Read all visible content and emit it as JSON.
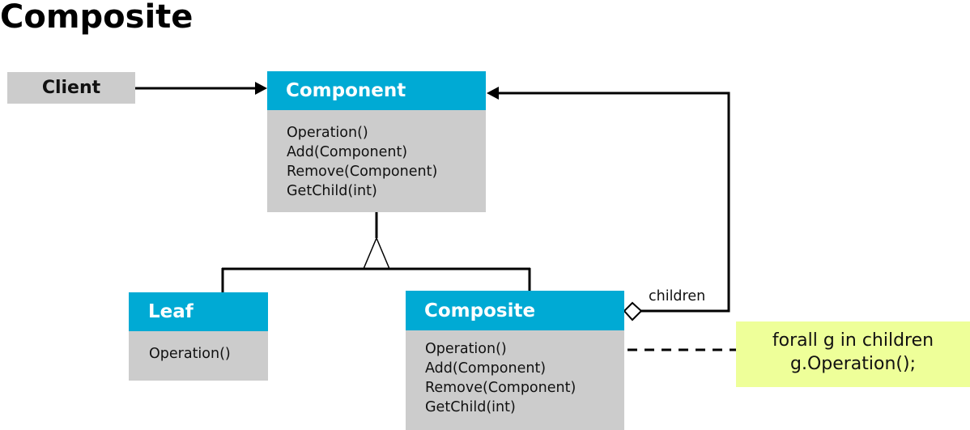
{
  "title": "Composite",
  "client": {
    "label": "Client"
  },
  "component": {
    "name": "Component",
    "operations": [
      "Operation()",
      "Add(Component)",
      "Remove(Component)",
      "GetChild(int)"
    ]
  },
  "leaf": {
    "name": "Leaf",
    "operations": [
      "Operation()"
    ]
  },
  "composite": {
    "name": "Composite",
    "operations": [
      "Operation()",
      "Add(Component)",
      "Remove(Component)",
      "GetChild(int)"
    ]
  },
  "association": {
    "label": "children"
  },
  "note": {
    "lines": [
      "forall g in children",
      "g.Operation();"
    ]
  },
  "colors": {
    "header": "#00aad4",
    "box": "#cccccc",
    "note": "#eeff99",
    "line": "#000000"
  }
}
